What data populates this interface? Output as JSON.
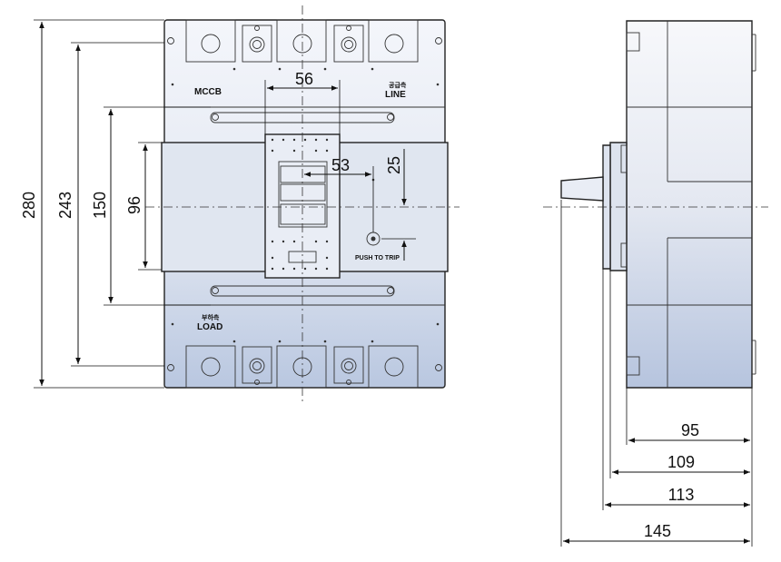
{
  "front_view": {
    "label_mccb": "MCCB",
    "label_line_kr": "공급측",
    "label_line": "LINE",
    "label_load_kr": "부하측",
    "label_load": "LOAD",
    "label_push_to_trip": "PUSH TO TRIP",
    "dim_total_height": "280",
    "dim_terminal_height": "243",
    "dim_mount_150": "150",
    "dim_mount_96": "96",
    "dim_handle_56": "56",
    "dim_handle_53": "53",
    "dim_trip_25": "25"
  },
  "side_view": {
    "dim_95": "95",
    "dim_109": "109",
    "dim_113": "113",
    "dim_145": "145"
  },
  "colors": {
    "body_top": "#f4f6fb",
    "body_mid": "#dfe5f0",
    "body_bottom": "#b8c6df",
    "line": "#222222"
  }
}
